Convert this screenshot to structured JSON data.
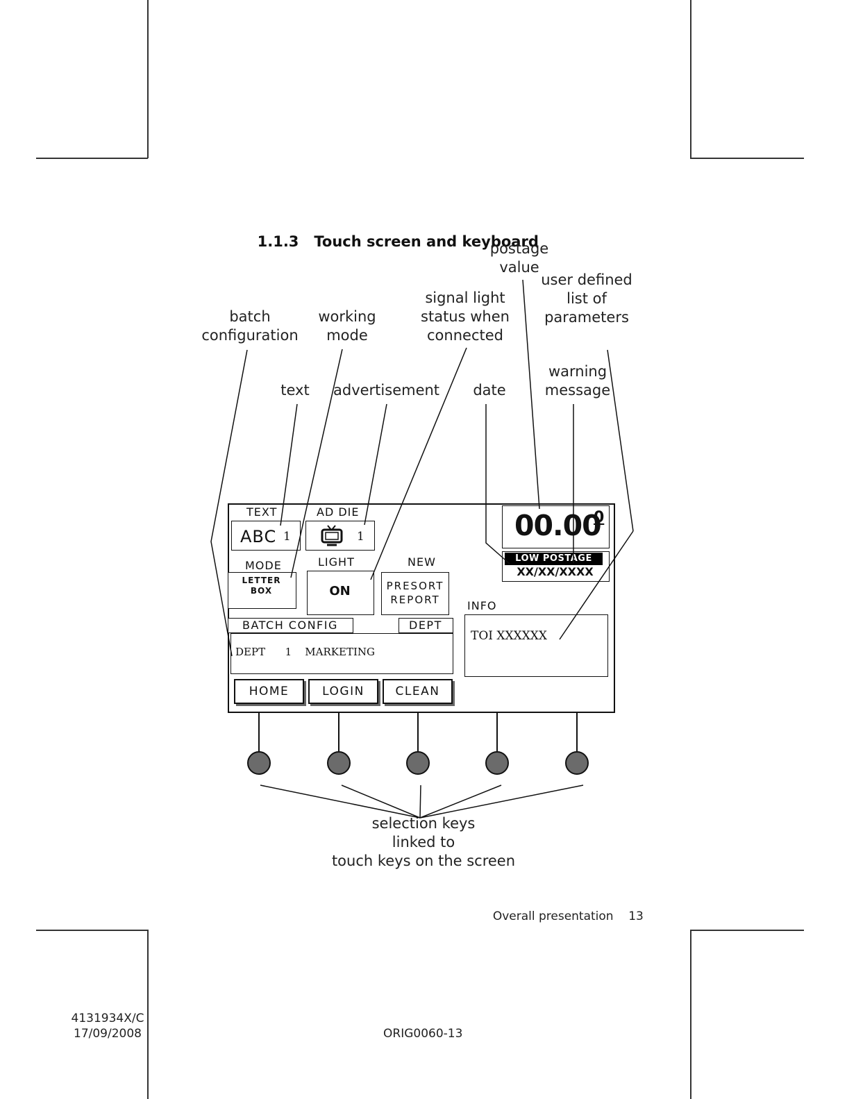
{
  "section": {
    "number": "1.1.3",
    "title": "Touch screen and keyboard"
  },
  "callouts": {
    "postage_value": "postage\nvalue",
    "user_defined": "user defined\nlist of\nparameters",
    "signal_light": "signal light\nstatus when\nconnected",
    "batch_configuration": "batch\nconfiguration",
    "working_mode": "working\nmode",
    "text": "text",
    "advertisement": "advertisement",
    "date": "date",
    "warning_message": "warning\nmessage",
    "selection_keys": "selection keys\nlinked to\ntouch keys on the screen"
  },
  "screen": {
    "text_label": "TEXT",
    "text_value": "ABC",
    "text_index": "1",
    "ad_die_label": "AD DIE",
    "ad_die_index": "1",
    "mode_label": "MODE",
    "mode_value": "LETTER\nBOX",
    "light_label": "LIGHT",
    "light_value": "ON",
    "new_label": "NEW",
    "presort_value": "PRESORT\nREPORT",
    "postage_main": "00.00",
    "postage_super": "0",
    "warning": "LOW POSTAGE",
    "date": "XX/XX/XXXX",
    "info_label": "INFO",
    "info_value": "TOI XXXXXX",
    "batch_config_label": "BATCH CONFIG",
    "dept_label": "DEPT",
    "dept_line": "DEPT      1    MARKETING",
    "home_key": "HOME",
    "login_key": "LOGIN",
    "clean_key": "CLEAN"
  },
  "footer": {
    "page_caption": "Overall presentation",
    "page_number": "13",
    "doc_ref": "4131934X/C\n17/09/2008",
    "orig_code": "ORIG0060-13"
  },
  "colors": {
    "ink": "#111111",
    "knob": "#6b6b6b"
  },
  "icons": {
    "advertisement": "tv-icon"
  }
}
